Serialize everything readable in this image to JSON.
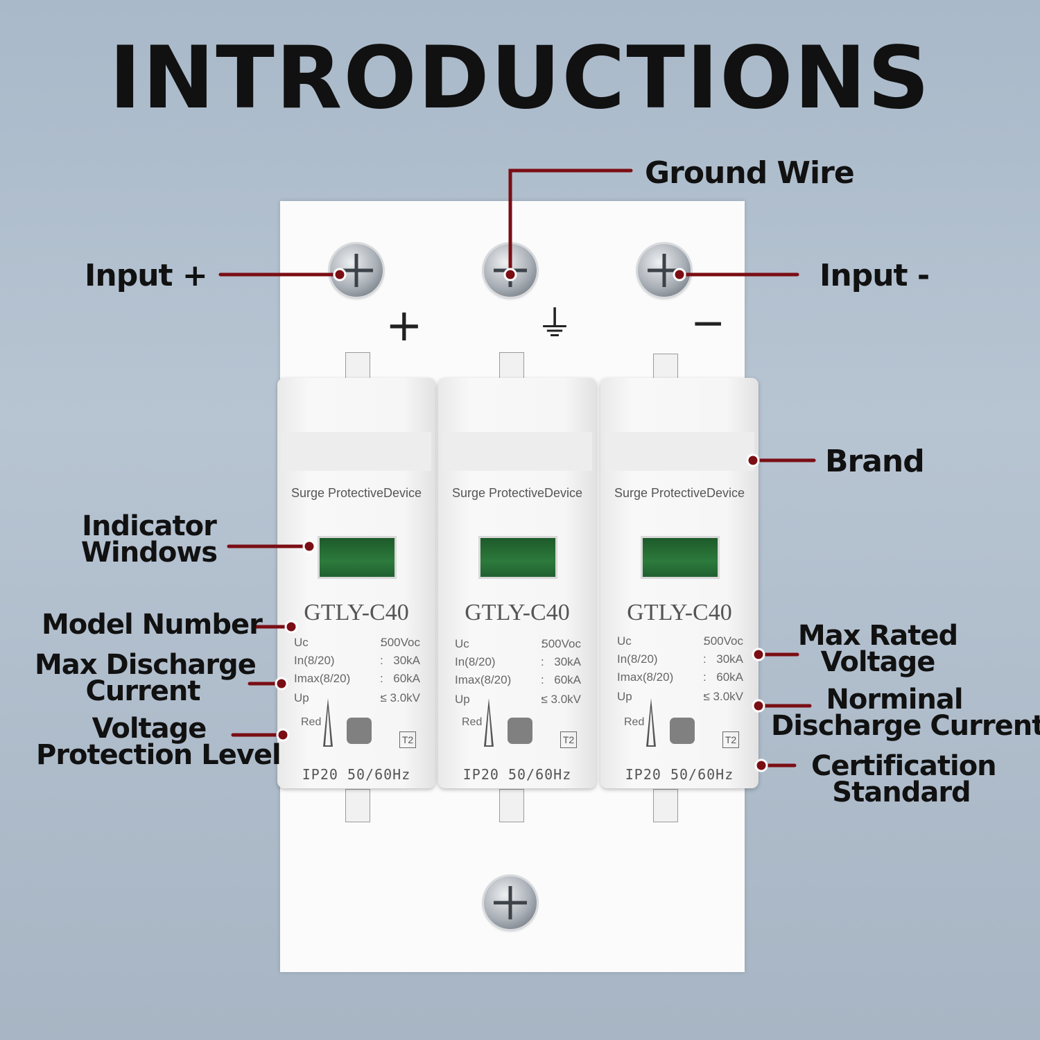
{
  "title": "INTRODUCTIONS",
  "labels": {
    "ground_wire": "Ground Wire",
    "input_plus": "Input +",
    "input_minus": "Input -",
    "brand": "Brand",
    "indicator_1": "Indicator",
    "indicator_2": "Windows",
    "model_number": "Model Number",
    "max_discharge_1": "Max Discharge",
    "max_discharge_2": "Current",
    "voltage_prot_1": "Voltage",
    "voltage_prot_2": "Protection Level",
    "max_rated_1": "Max Rated",
    "max_rated_2": "Voltage",
    "nominal_1": "Norminal",
    "nominal_2": "Discharge Current",
    "cert_1": "Certification",
    "cert_2": "Standard"
  },
  "terminal_symbols": {
    "plus": "+",
    "ground": "⏚",
    "minus": "−"
  },
  "device": {
    "name": "Surge ProtectiveDevice",
    "model": "GTLY-C40",
    "specs": [
      {
        "key": "Uc",
        "sep": ":",
        "value": "500Voc"
      },
      {
        "key": "In(8/20)",
        "sep": ":",
        "value": "30kA"
      },
      {
        "key": "Imax(8/20)",
        "sep": ":",
        "value": "60kA"
      },
      {
        "key": "Up",
        "sep": ":",
        "value": "≤ 3.0kV"
      }
    ],
    "indicator_text": "Red",
    "class": "T2",
    "rating": "IP20 50/60Hz"
  },
  "colors": {
    "callout_line": "#7a0e14",
    "indicator_window": "#2d7a3c"
  }
}
